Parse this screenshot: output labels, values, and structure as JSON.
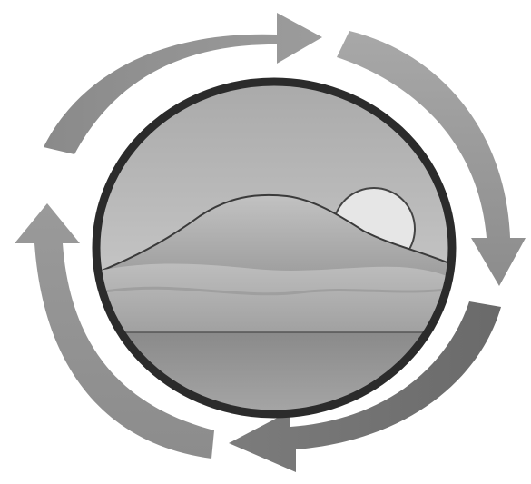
{
  "figure": {
    "kind": "cycle-diagram",
    "arrow_count": 4,
    "arrow_direction": "clockwise",
    "center_scene": [
      "sky",
      "mountain",
      "sun",
      "hills",
      "water"
    ],
    "colors": {
      "background": "#ffffff",
      "arrow_dark": "#5f5f5f",
      "arrow_mid": "#8c8c8c",
      "arrow_light": "#a6a6a6",
      "ring": "#2b2b2b",
      "sky_top": "#a9a9a9",
      "sky_bottom": "#d8d8d8",
      "mountain": "#9a9a9a",
      "sun": "#e6e6e6",
      "hills": "#b3b3b3",
      "water": "#8f8f8f"
    }
  }
}
